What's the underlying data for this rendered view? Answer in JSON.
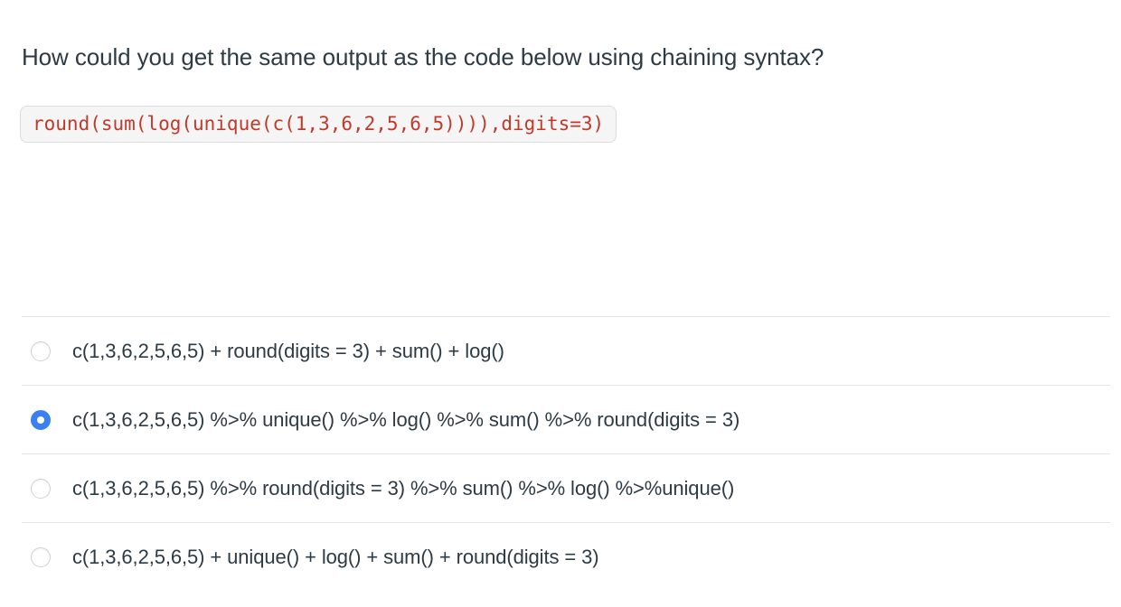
{
  "question": {
    "prompt": "How could you get the same output as the code below using chaining syntax?",
    "code": "round(sum(log(unique(c(1,3,6,2,5,6,5)))),digits=3)"
  },
  "answers": [
    {
      "text": "c(1,3,6,2,5,6,5) + round(digits = 3) + sum() + log()",
      "selected": false
    },
    {
      "text": "c(1,3,6,2,5,6,5) %>% unique() %>% log() %>% sum() %>% round(digits = 3)",
      "selected": true
    },
    {
      "text": "c(1,3,6,2,5,6,5) %>% round(digits = 3) %>% sum() %>% log() %>%unique()",
      "selected": false
    },
    {
      "text": "c(1,3,6,2,5,6,5) + unique() + log() + sum() + round(digits = 3)",
      "selected": false
    }
  ],
  "colors": {
    "code_text": "#c0392b",
    "code_background": "#f5f5f5",
    "code_border": "#dcdcdc",
    "text": "#2d3b45",
    "selected_radio": "#3c7ef3",
    "divider": "#e3e5e7"
  }
}
